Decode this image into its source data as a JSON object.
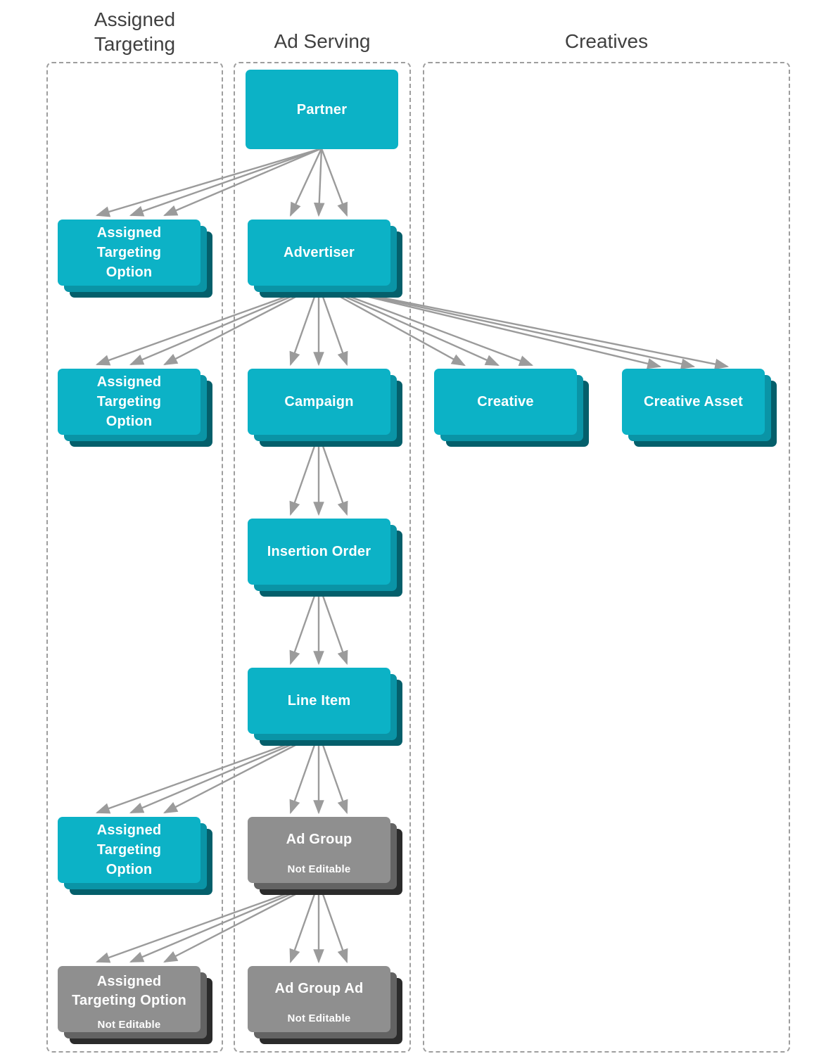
{
  "columns": {
    "assigned_targeting": {
      "title_lines": [
        "Assigned",
        "Targeting"
      ]
    },
    "ad_serving": {
      "title": "Ad Serving"
    },
    "creatives": {
      "title": "Creatives"
    }
  },
  "nodes": {
    "partner": {
      "label": "Partner"
    },
    "advertiser": {
      "label": "Advertiser"
    },
    "assigned_targeting_option_partner": {
      "label_lines": [
        "Assigned",
        "Targeting",
        "Option"
      ]
    },
    "campaign": {
      "label": "Campaign"
    },
    "assigned_targeting_option_advertiser": {
      "label_lines": [
        "Assigned",
        "Targeting",
        "Option"
      ]
    },
    "creative": {
      "label": "Creative"
    },
    "creative_asset": {
      "label": "Creative Asset"
    },
    "insertion_order": {
      "label": "Insertion Order"
    },
    "line_item": {
      "label": "Line Item"
    },
    "assigned_targeting_option_line_item": {
      "label_lines": [
        "Assigned",
        "Targeting",
        "Option"
      ]
    },
    "ad_group": {
      "label": "Ad Group",
      "sublabel": "Not Editable"
    },
    "ad_group_ad": {
      "label": "Ad Group Ad",
      "sublabel": "Not Editable"
    },
    "assigned_targeting_option_ad_group": {
      "label_lines": [
        "Assigned",
        "Targeting Option"
      ],
      "sublabel": "Not Editable"
    }
  },
  "colors": {
    "node_primary": "#0CB2C6",
    "node_primary_layer2": "#0A94A6",
    "node_primary_layer3": "#045F6B",
    "node_disabled": "#8F8F8F",
    "node_disabled_layer2": "#636363",
    "node_disabled_layer3": "#2B2B2B",
    "arrow": "#9B9B9B",
    "column_border": "#9E9E9E",
    "title_text": "#404040",
    "node_text": "#FFFFFF"
  }
}
